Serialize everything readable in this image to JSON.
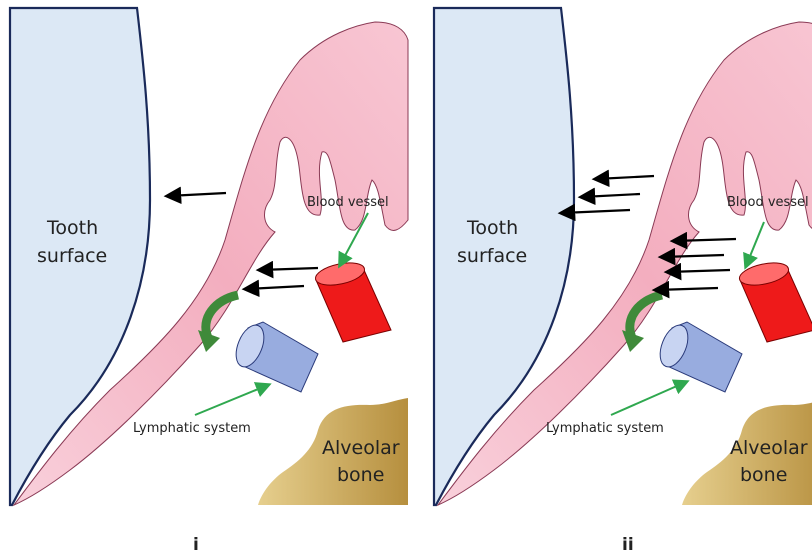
{
  "panels": [
    {
      "caption": "i",
      "tooth_label_1": "Tooth",
      "tooth_label_2": "surface",
      "blood_vessel_label": "Blood vessel",
      "lymph_label": "Lymphatic system",
      "bone_label_1": "Alveolar",
      "bone_label_2": "bone",
      "flow_arrow_count": 3
    },
    {
      "caption": "ii",
      "tooth_label_1": "Tooth",
      "tooth_label_2": "surface",
      "blood_vessel_label": "Blood vessel",
      "lymph_label": "Lymphatic system",
      "bone_label_1": "Alveolar",
      "bone_label_2": "bone",
      "flow_arrow_count": 7
    }
  ],
  "colors": {
    "tooth": "#dce8f5",
    "tooth_outline": "#1a2a5a",
    "gingiva": "#f6bfcd",
    "blood_vessel": "#ee1a1a",
    "lymphatic": "#98acdf",
    "bone": "#c9a75a",
    "pointer": "#2fa84f",
    "curved_arrow": "#3f8a3a",
    "flow_arrow": "#000000"
  }
}
